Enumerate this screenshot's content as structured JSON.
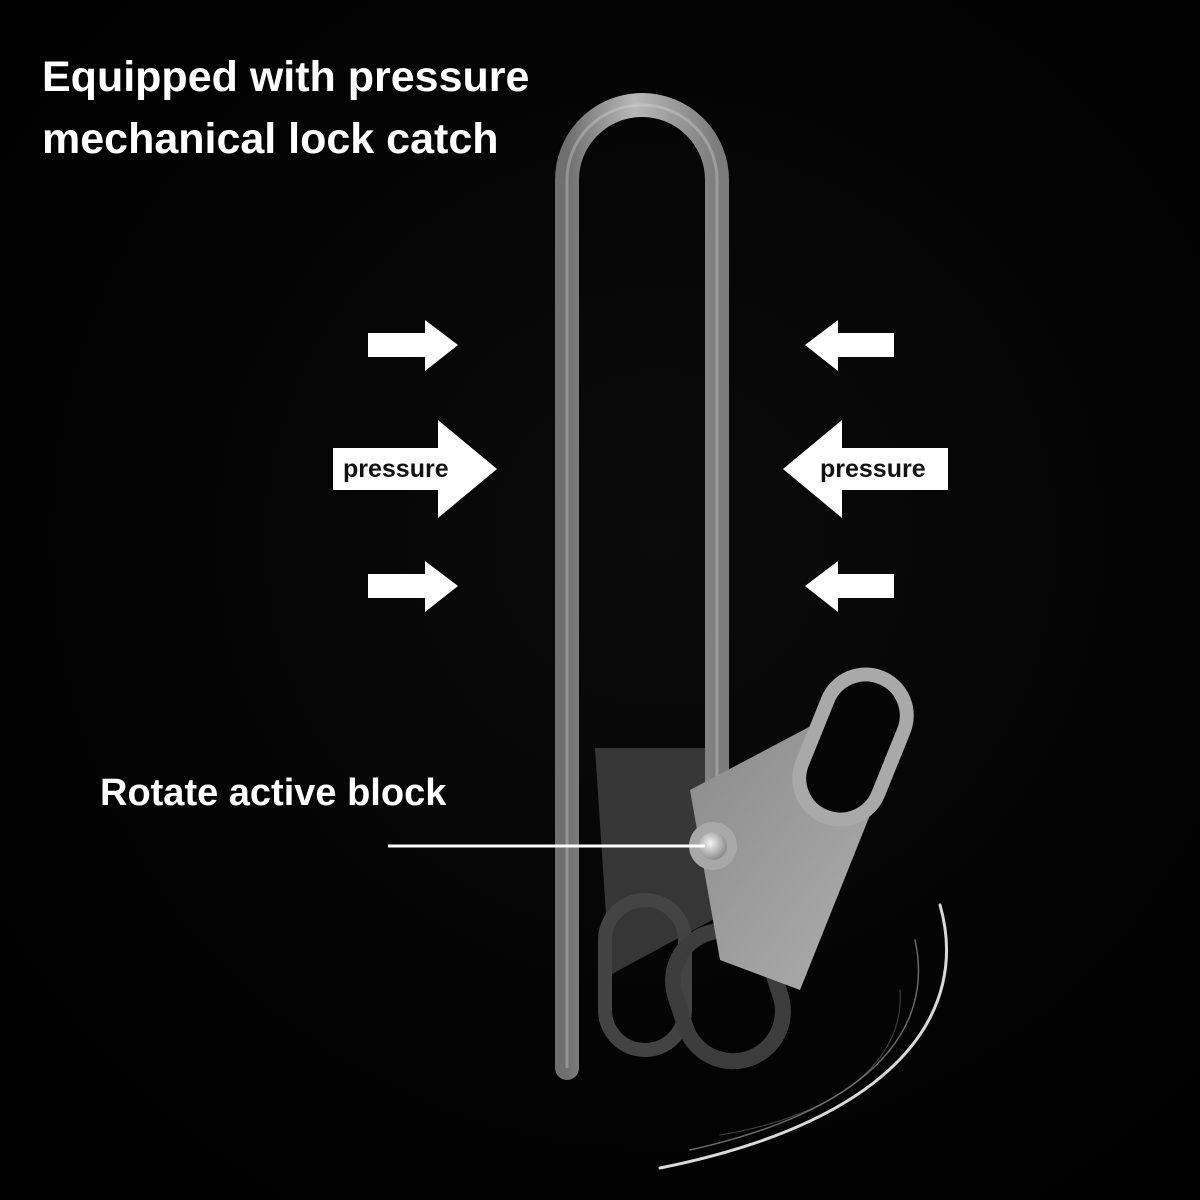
{
  "headline": {
    "line1": "Equipped with pressure",
    "line2": "mechanical lock catch"
  },
  "arrows": {
    "left_label": "pressure",
    "right_label": "pressure"
  },
  "callout": {
    "label": "Rotate active block"
  },
  "colors": {
    "background": "#000000",
    "text": "#ffffff",
    "metal": "#9a9a9a",
    "arrow": "#ffffff"
  }
}
